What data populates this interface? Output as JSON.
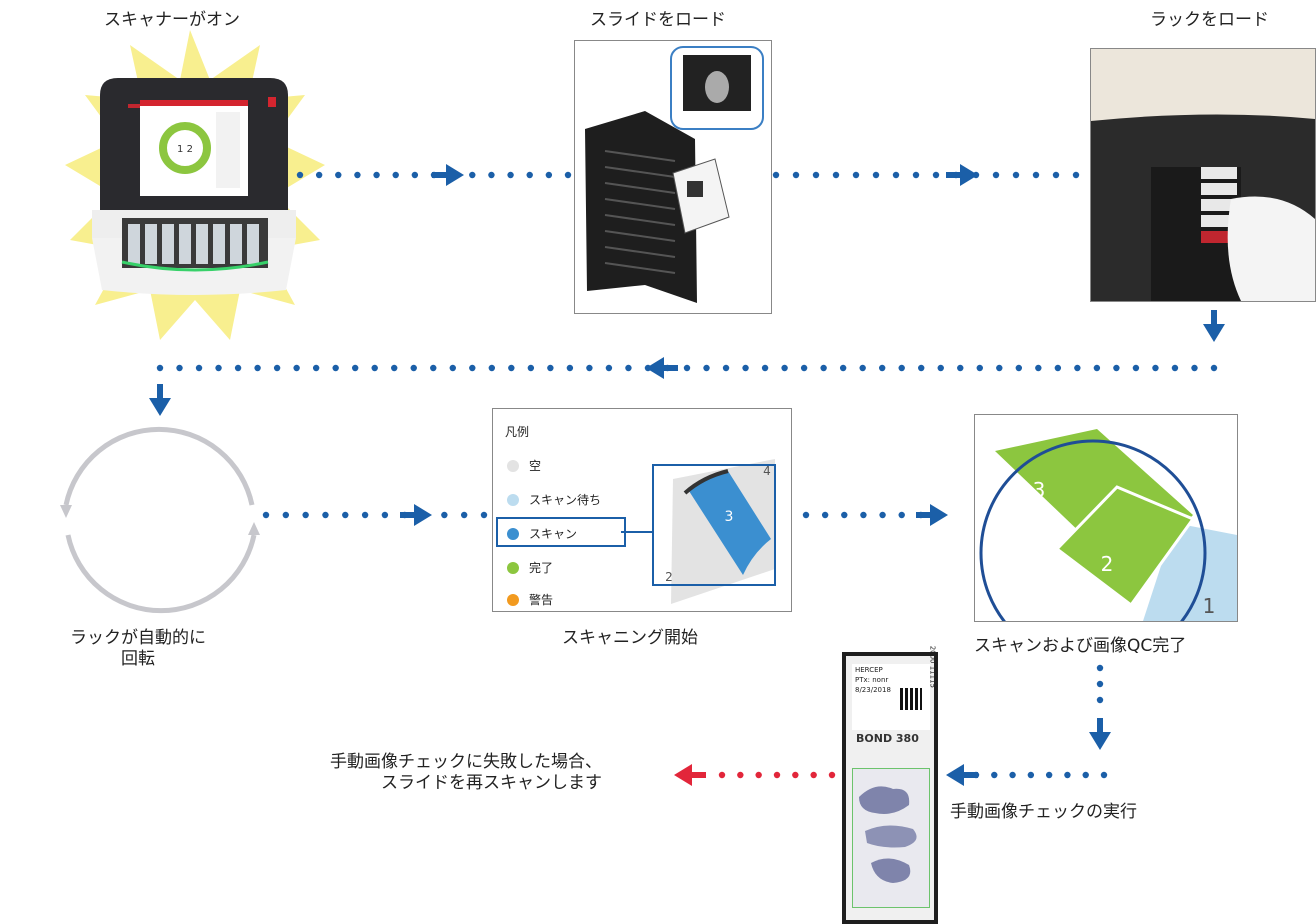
{
  "steps": {
    "scanner_on": "スキャナーがオン",
    "load_slides": "スライドをロード",
    "load_rack": "ラックをロード",
    "rack_rotates_l1": "ラックが自動的に",
    "rack_rotates_l2": "回転",
    "scanning_start": "スキャニング開始",
    "scan_qc_done": "スキャンおよび画像QC完了",
    "manual_check": "手動画像チェックの実行",
    "rescan_l1": "手動画像チェックに失敗した場合、",
    "rescan_l2": "スライドを再スキャンします"
  },
  "scanner_screen": {
    "readout": "1 2"
  },
  "legend": {
    "title": "凡例",
    "items": [
      {
        "label": "空",
        "color": "#e3e3e3"
      },
      {
        "label": "スキャン待ち",
        "color": "#bcdcef"
      },
      {
        "label": "スキャン",
        "color": "#3b8fd0"
      },
      {
        "label": "完了",
        "color": "#8cc63f"
      },
      {
        "label": "警告",
        "color": "#f29a1f"
      }
    ],
    "slot_numbers": {
      "current": "3",
      "next": "4",
      "prev": "2"
    }
  },
  "qc_zoom": {
    "slot_a": "3",
    "slot_b": "2",
    "slot_c": "1"
  },
  "slide": {
    "label_line1": "HERCEP",
    "label_line2": "PTx: nonr",
    "label_date": "8/23/2018",
    "label_id": "2000 11115",
    "brand": "BOND 380"
  },
  "colors": {
    "arrow_blue": "#1b5fa8",
    "arrow_red": "#e2263a",
    "green": "#8cc63f",
    "blue": "#3b8fd0",
    "light_blue": "#bcdcef"
  }
}
